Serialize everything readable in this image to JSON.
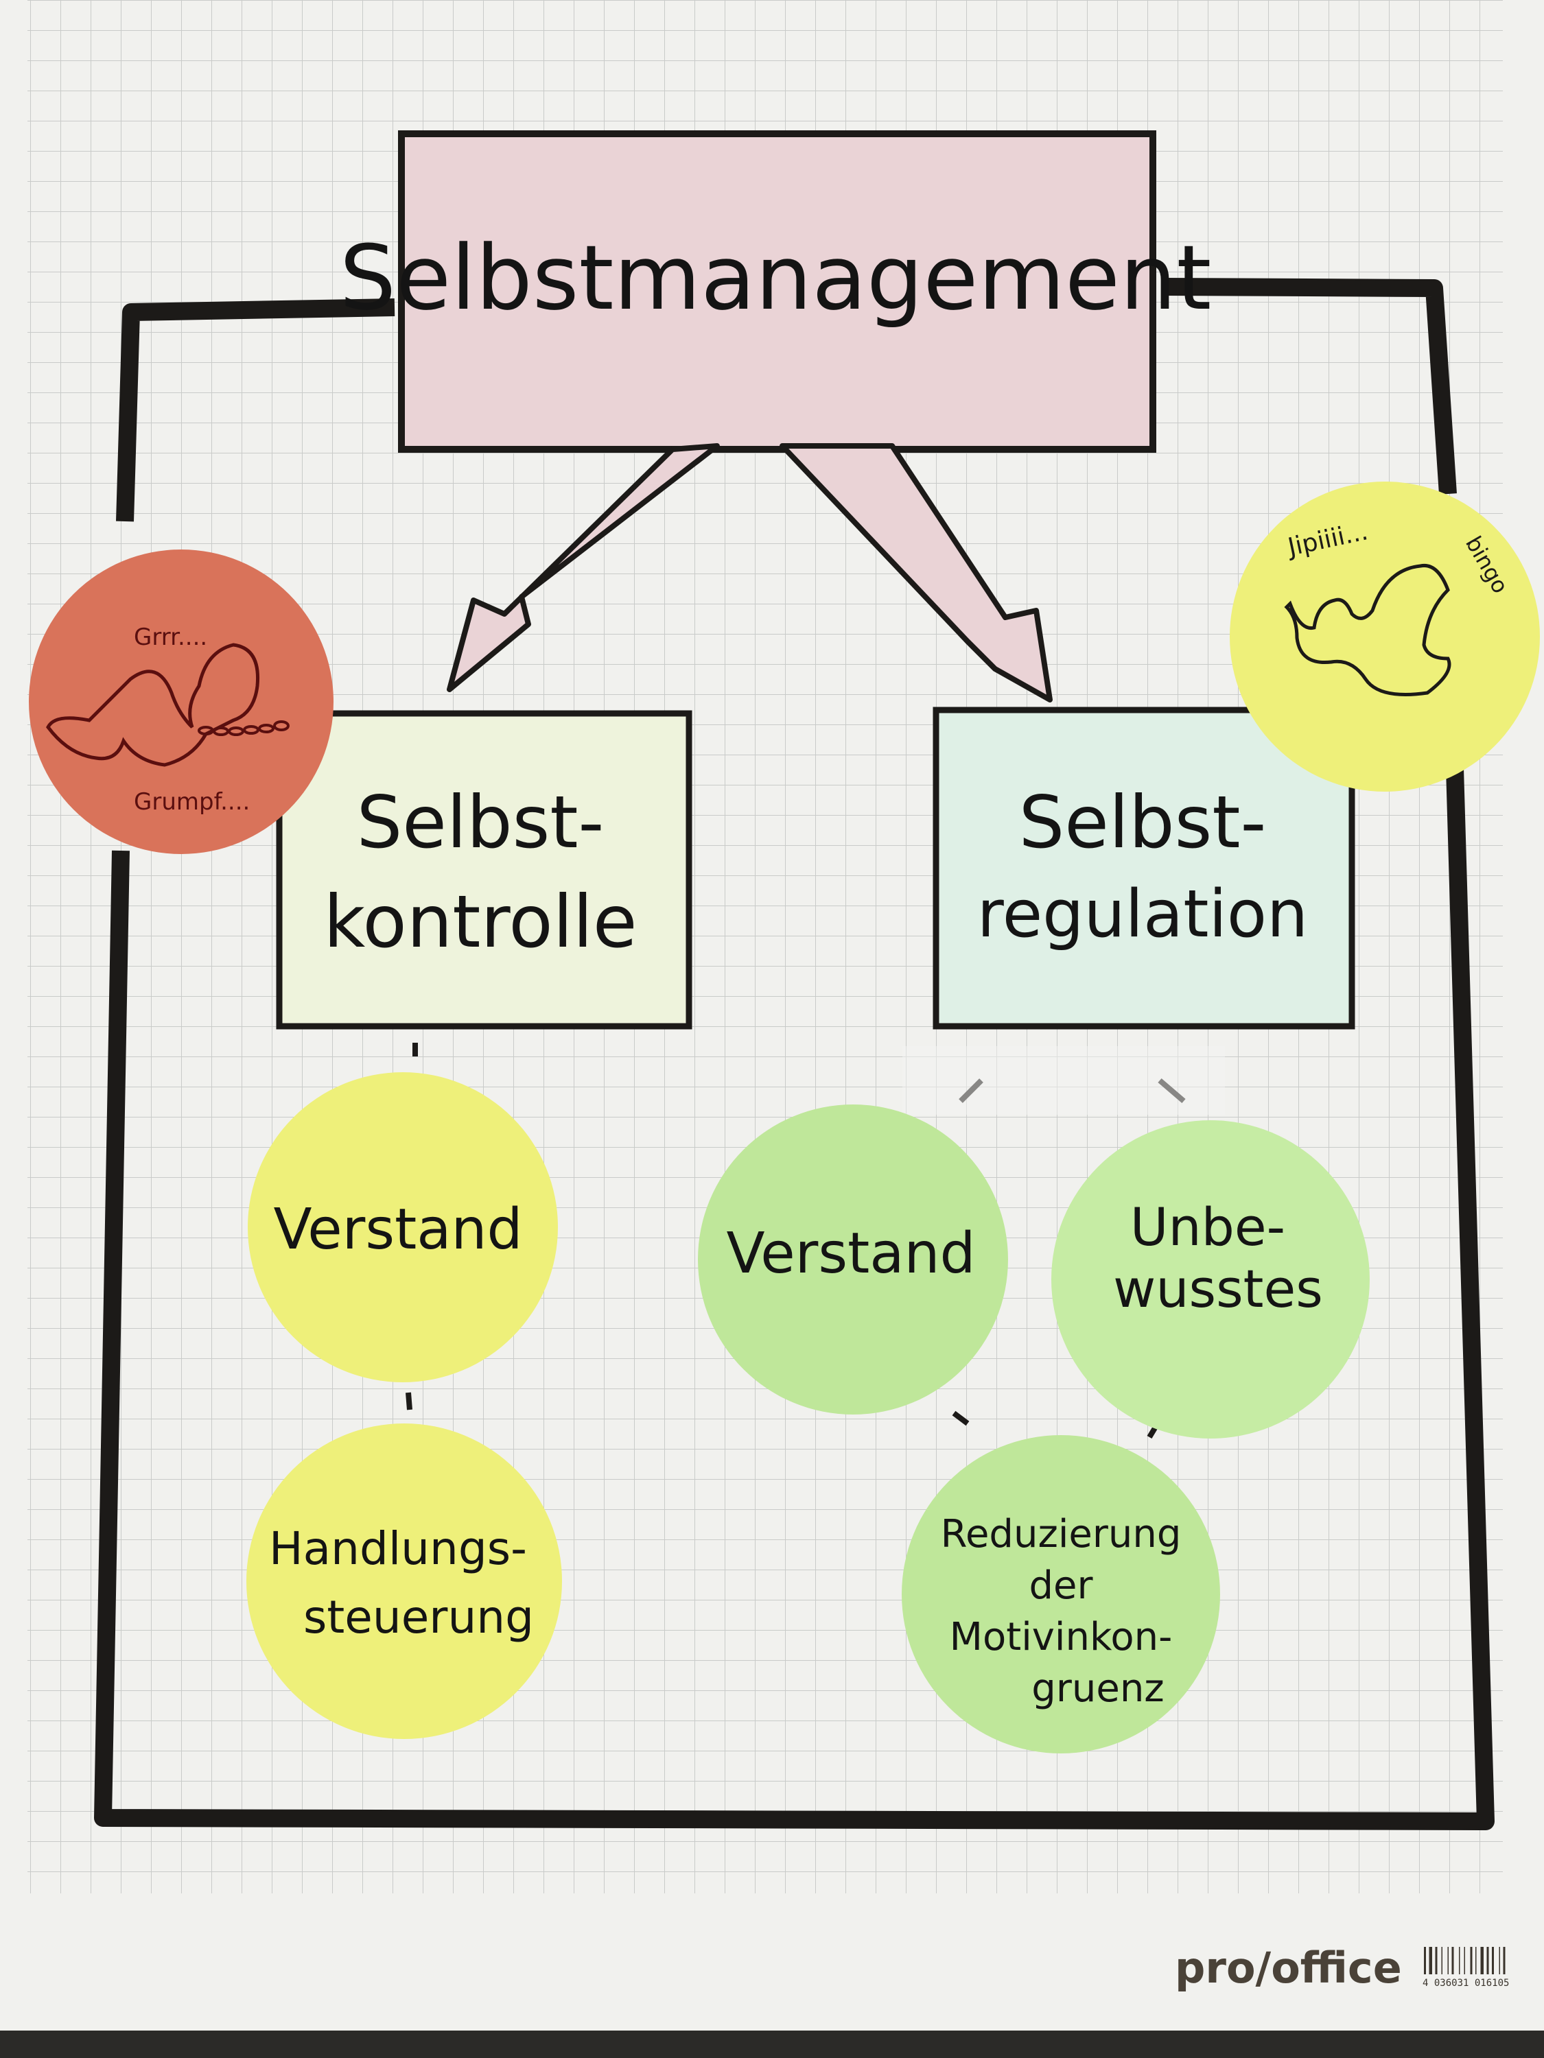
{
  "title": "Selbstmanagement",
  "branches": [
    {
      "label_line1": "Selbst-",
      "label_line2": "kontrolle",
      "nodes": [
        {
          "line1": "Verstand"
        },
        {
          "line1": "Handlungs-",
          "line2": "steuerung"
        }
      ]
    },
    {
      "label_line1": "Selbst-",
      "label_line2": "regulation",
      "nodes": [
        {
          "line1": "Verstand"
        },
        {
          "line1": "Unbe-",
          "line2": "wusstes"
        },
        {
          "line1": "Reduzierung",
          "line2": "der",
          "line3": "Motivinkon-",
          "line4": "gruenz"
        }
      ]
    }
  ],
  "stickers": {
    "grumpy": {
      "top": "Grrr....",
      "bottom": "Grumpf...."
    },
    "happy": {
      "top": "Jipiiii...",
      "side": "bingo"
    }
  },
  "footer": {
    "brand": "pro/office",
    "barcode_number": "4 036031 016105"
  },
  "colors": {
    "paper": "#f1f1ee",
    "grid": "#c9cbc9",
    "ink": "#1c1a18",
    "title_fill": "#ead3d6",
    "red_sticker": "#d9735a",
    "yellow_sticker": "#eef07a",
    "green_sticker": "#bfe79a",
    "regulation_fill": "#dff0e6",
    "kontrolle_fill": "#eef3dc"
  }
}
